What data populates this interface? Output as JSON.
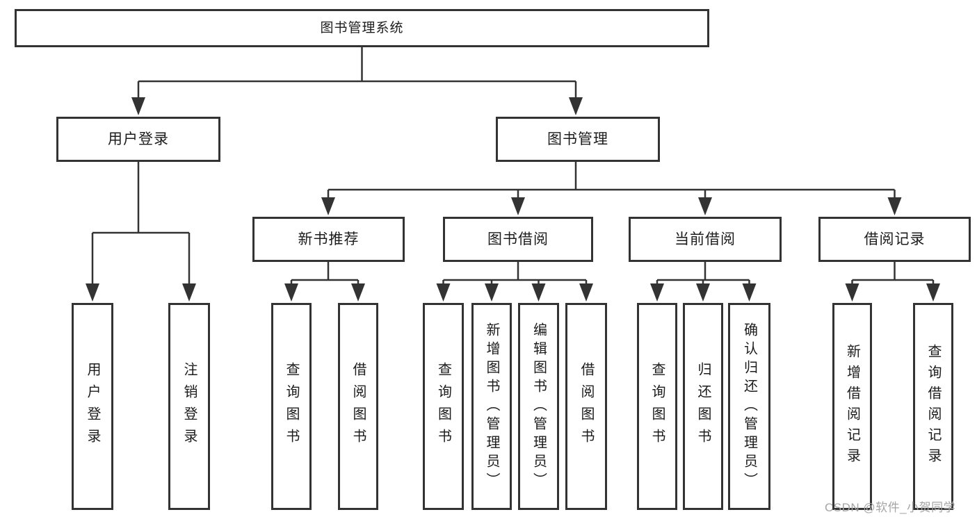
{
  "colors": {
    "line": "#333333",
    "box_border": "#333333",
    "text": "#1c1c1c",
    "watermark_gray": "#a5a5a5",
    "background": "#ffffff"
  },
  "tree": {
    "root": {
      "label": "图书管理系统"
    },
    "level2": [
      {
        "label": "用户登录"
      },
      {
        "label": "图书管理"
      }
    ],
    "level3": [
      {
        "label": "新书推荐"
      },
      {
        "label": "图书借阅"
      },
      {
        "label": "当前借阅"
      },
      {
        "label": "借阅记录"
      }
    ],
    "leaves": {
      "user_login_group": [
        {
          "label": "用户登录"
        },
        {
          "label": "注销登录"
        }
      ],
      "new_book_group": [
        {
          "label": "查询图书"
        },
        {
          "label": "借阅图书"
        }
      ],
      "book_borrow_group": [
        {
          "label": "查询图书"
        },
        {
          "label": "新增图书（管理员）"
        },
        {
          "label": "编辑图书（管理员）"
        },
        {
          "label": "借阅图书"
        }
      ],
      "current_borrow_group": [
        {
          "label": "查询图书"
        },
        {
          "label": "归还图书"
        },
        {
          "label": "确认归还（管理员）"
        }
      ],
      "borrow_record_group": [
        {
          "label": "新增借阅记录"
        },
        {
          "label": "查询借阅记录"
        }
      ]
    }
  },
  "watermark": {
    "text": "CSDN @软件_小贺同学"
  }
}
